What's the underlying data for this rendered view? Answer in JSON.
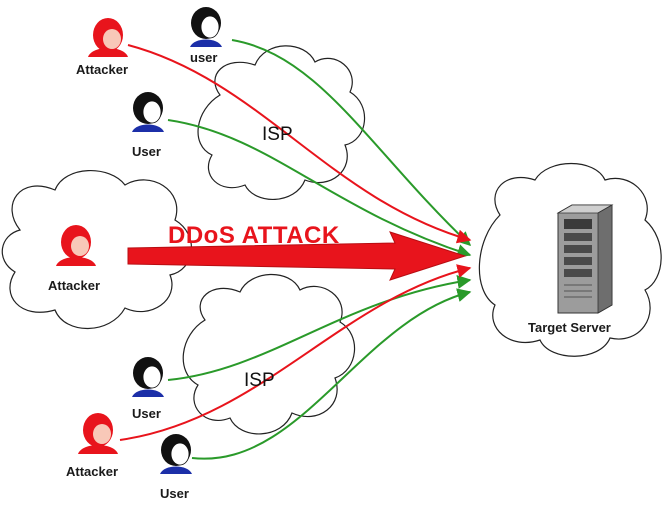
{
  "diagram": {
    "title": "DDoS ATTACK",
    "isp_labels": [
      "ISP",
      "ISP"
    ],
    "target_label": "Target Server",
    "nodes": [
      {
        "id": "attacker-top",
        "role": "attacker",
        "label": "Attacker"
      },
      {
        "id": "user-top",
        "role": "user",
        "label": "user"
      },
      {
        "id": "user-mid",
        "role": "user",
        "label": "User"
      },
      {
        "id": "attacker-main",
        "role": "attacker",
        "label": "Attacker"
      },
      {
        "id": "user-low1",
        "role": "user",
        "label": "User"
      },
      {
        "id": "attacker-bottom",
        "role": "attacker",
        "label": "Attacker"
      },
      {
        "id": "user-low2",
        "role": "user",
        "label": "User"
      }
    ],
    "colors": {
      "attack": "#e8141c",
      "legit": "#2a9a2a",
      "attacker_face": "#e8141c",
      "user_shirt": "#1c2fa8",
      "server": "#8f8f8f"
    },
    "icons": [
      "attacker-person-icon",
      "user-person-icon",
      "server-tower-icon",
      "cloud-icon"
    ]
  }
}
